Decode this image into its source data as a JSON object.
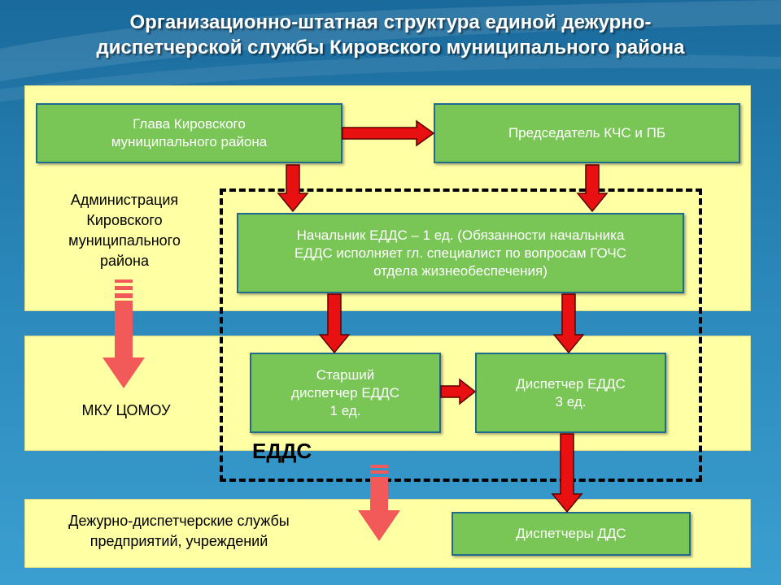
{
  "slide": {
    "title": "Организационно-штатная структура единой дежурно-\nдиспетчерской службы Кировского муниципального района"
  },
  "bands": {
    "admin_label": "Администрация\nКировского\nмуниципального\nрайона",
    "mku_label": "МКУ ЦОМОУ",
    "dds_label": "Дежурно-диспетчерские службы\nпредприятий, учреждений"
  },
  "boxes": {
    "head": "Глава Кировского\nмуниципального района",
    "chairman": "Председатель КЧС и ПБ",
    "chief": "Начальник ЕДДС – 1 ед. (Обязанности  начальника\nЕДДС исполняет гл. специалист по вопросам ГОЧС\nотдела жизнеобеспечения)",
    "senior": "Старший\nдиспетчер ЕДДС\n1 ед.",
    "dispatcher": "Диспетчер ЕДДС\n3 ед.",
    "dds": "Диспетчеры ДДС"
  },
  "group_label": "ЕДДС",
  "colors": {
    "box_fill": "#79c556",
    "box_border": "#1f6a8e",
    "band_fill": "#ffffa4",
    "arrow": "#e81010",
    "big_arrow": "#f25a5a"
  }
}
